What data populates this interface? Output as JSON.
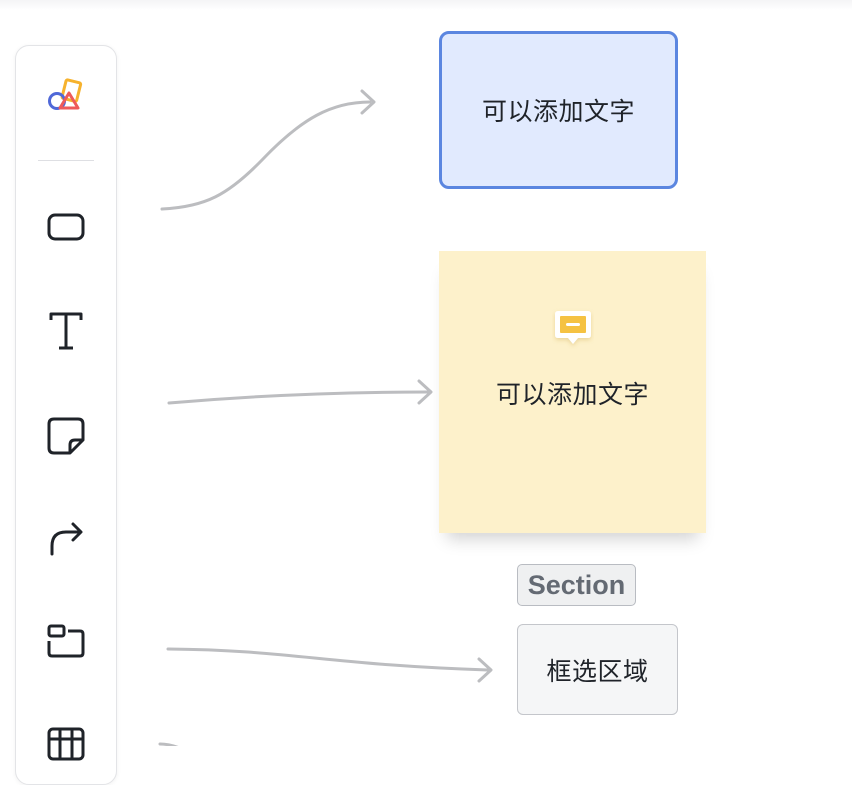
{
  "toolbar": {
    "items": [
      {
        "name": "shapes-library",
        "icon": "shapes-icon"
      },
      {
        "name": "rectangle",
        "icon": "rounded-rectangle-icon"
      },
      {
        "name": "text",
        "icon": "text-icon"
      },
      {
        "name": "sticky-note",
        "icon": "sticky-note-icon"
      },
      {
        "name": "connector",
        "icon": "curved-arrow-icon"
      },
      {
        "name": "section",
        "icon": "section-icon"
      },
      {
        "name": "table",
        "icon": "table-icon"
      }
    ]
  },
  "canvas": {
    "rect_shape": {
      "text": "可以添加文字",
      "fill": "#e1eafe",
      "stroke": "#5b86e0"
    },
    "sticky_note": {
      "text": "可以添加文字",
      "fill": "#fdf1cb",
      "icon": "comment-icon",
      "icon_color": "#f5c242"
    },
    "section": {
      "label": "Section",
      "text": "框选区域"
    }
  },
  "colors": {
    "connector": "#bcbdc0",
    "toolbar_border": "#e3e4e7"
  }
}
